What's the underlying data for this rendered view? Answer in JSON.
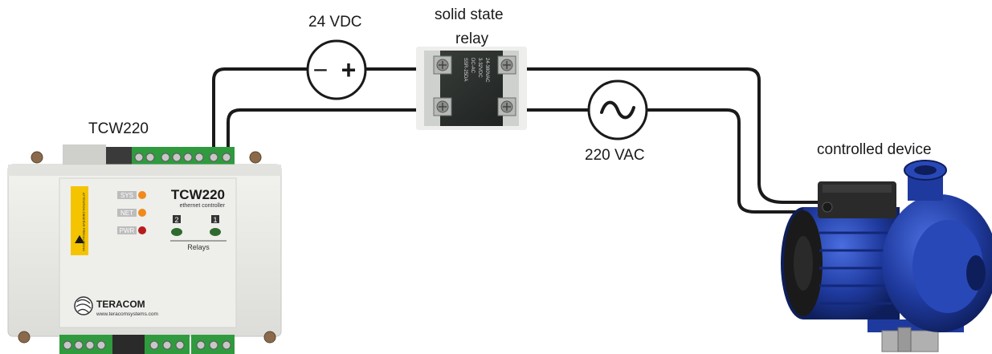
{
  "labels": {
    "dc_source": "24 VDC",
    "ssr_line1": "solid state",
    "ssr_line2": "relay",
    "ac_source": "220 VAC",
    "controller": "TCW220",
    "device": "controlled device"
  },
  "dc_symbol": {
    "minus": "−",
    "plus": "+"
  },
  "ac_symbol": {
    "glyph": "~"
  },
  "controller_panel": {
    "model": "TCW220",
    "subtitle": "ethernet controller",
    "leds": [
      "SYS",
      "NET",
      "PWR"
    ],
    "relay_numbers": [
      "2",
      "1"
    ],
    "relays_label": "Relays",
    "brand": "TERACOM",
    "website": "www.teracomsystems.com",
    "warning_text": "ATTENTION OBSERVE PRECAUTIONS"
  },
  "relay_face_text": [
    "SSR-25DA",
    "DC-AC",
    "3-32VDC",
    "24-380VAC"
  ],
  "colors": {
    "wire": "#1a1a1a",
    "terminal_green": "#2f9a3e",
    "controller_body": "#e9e9e6",
    "relay_body": "#2a2e2b",
    "pump_blue": "#1f3a9e",
    "led_orange": "#f08a1c",
    "led_red": "#b51d1d",
    "warning_yellow": "#f5c400"
  }
}
